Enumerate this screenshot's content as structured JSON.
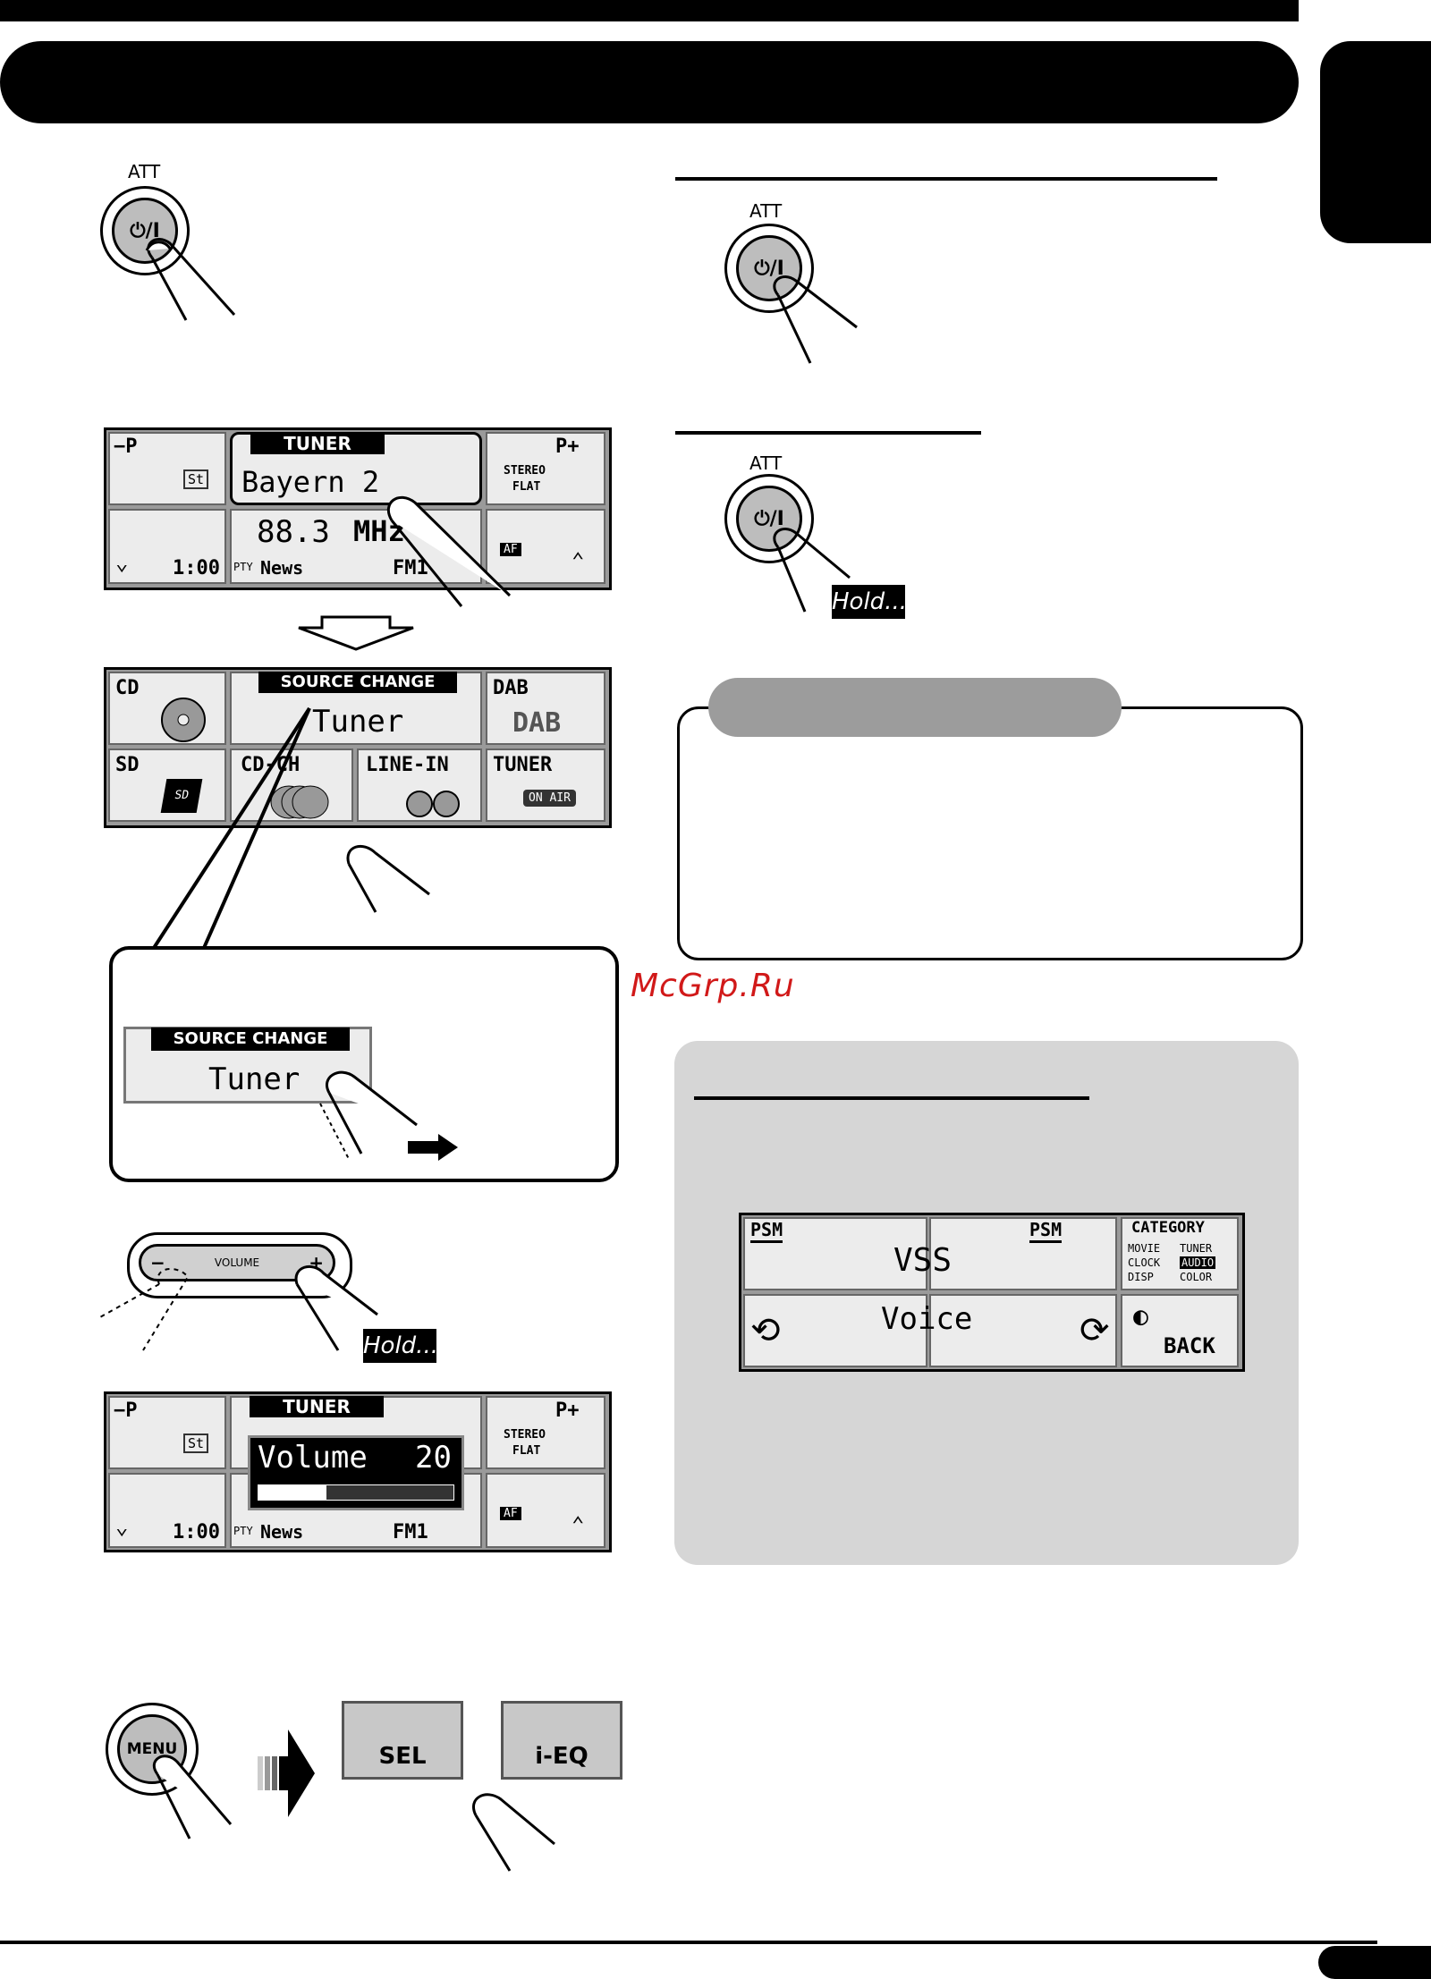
{
  "att_label": "ATT",
  "power_symbol": "⏻/I",
  "hold_label": "Hold....",
  "watermark": "McGrp.Ru",
  "tuner_screen": {
    "header": "TUNER",
    "station": "Bayern 2",
    "freq": "88.3",
    "unit": "MHz",
    "band": "FM1",
    "clock": "1:00",
    "pty_tag": "PTY",
    "pty": "News",
    "preset_down": "−P",
    "preset_up": "P+",
    "st_badge": "St",
    "stereo": "STEREO",
    "flat": "FLAT",
    "af": "AF"
  },
  "source_screen": {
    "header": "SOURCE CHANGE",
    "current": "Tuner",
    "sources": [
      "CD",
      "DAB",
      "SD",
      "CD-CH",
      "LINE-IN",
      "TUNER"
    ],
    "dab_logo": "DAB",
    "on_air": "ON AIR",
    "sd_card": "SD"
  },
  "callout": {
    "header": "SOURCE CHANGE",
    "current": "Tuner"
  },
  "volume_knob": {
    "minus": "−",
    "label": "VOLUME",
    "plus": "+"
  },
  "volume_overlay": {
    "label": "Volume",
    "value": "20",
    "level_fraction": 0.35
  },
  "menu_button": "MENU",
  "softkeys": [
    "SEL",
    "i-EQ"
  ],
  "sound_screen": {
    "psm_left": "PSM",
    "psm_right": "PSM",
    "mode": "VSS",
    "setting": "Voice",
    "category_title": "CATEGORY",
    "categories": [
      "MOVIE",
      "TUNER",
      "CLOCK",
      "AUDIO",
      "DISP",
      "COLOR"
    ],
    "back": "BACK"
  }
}
